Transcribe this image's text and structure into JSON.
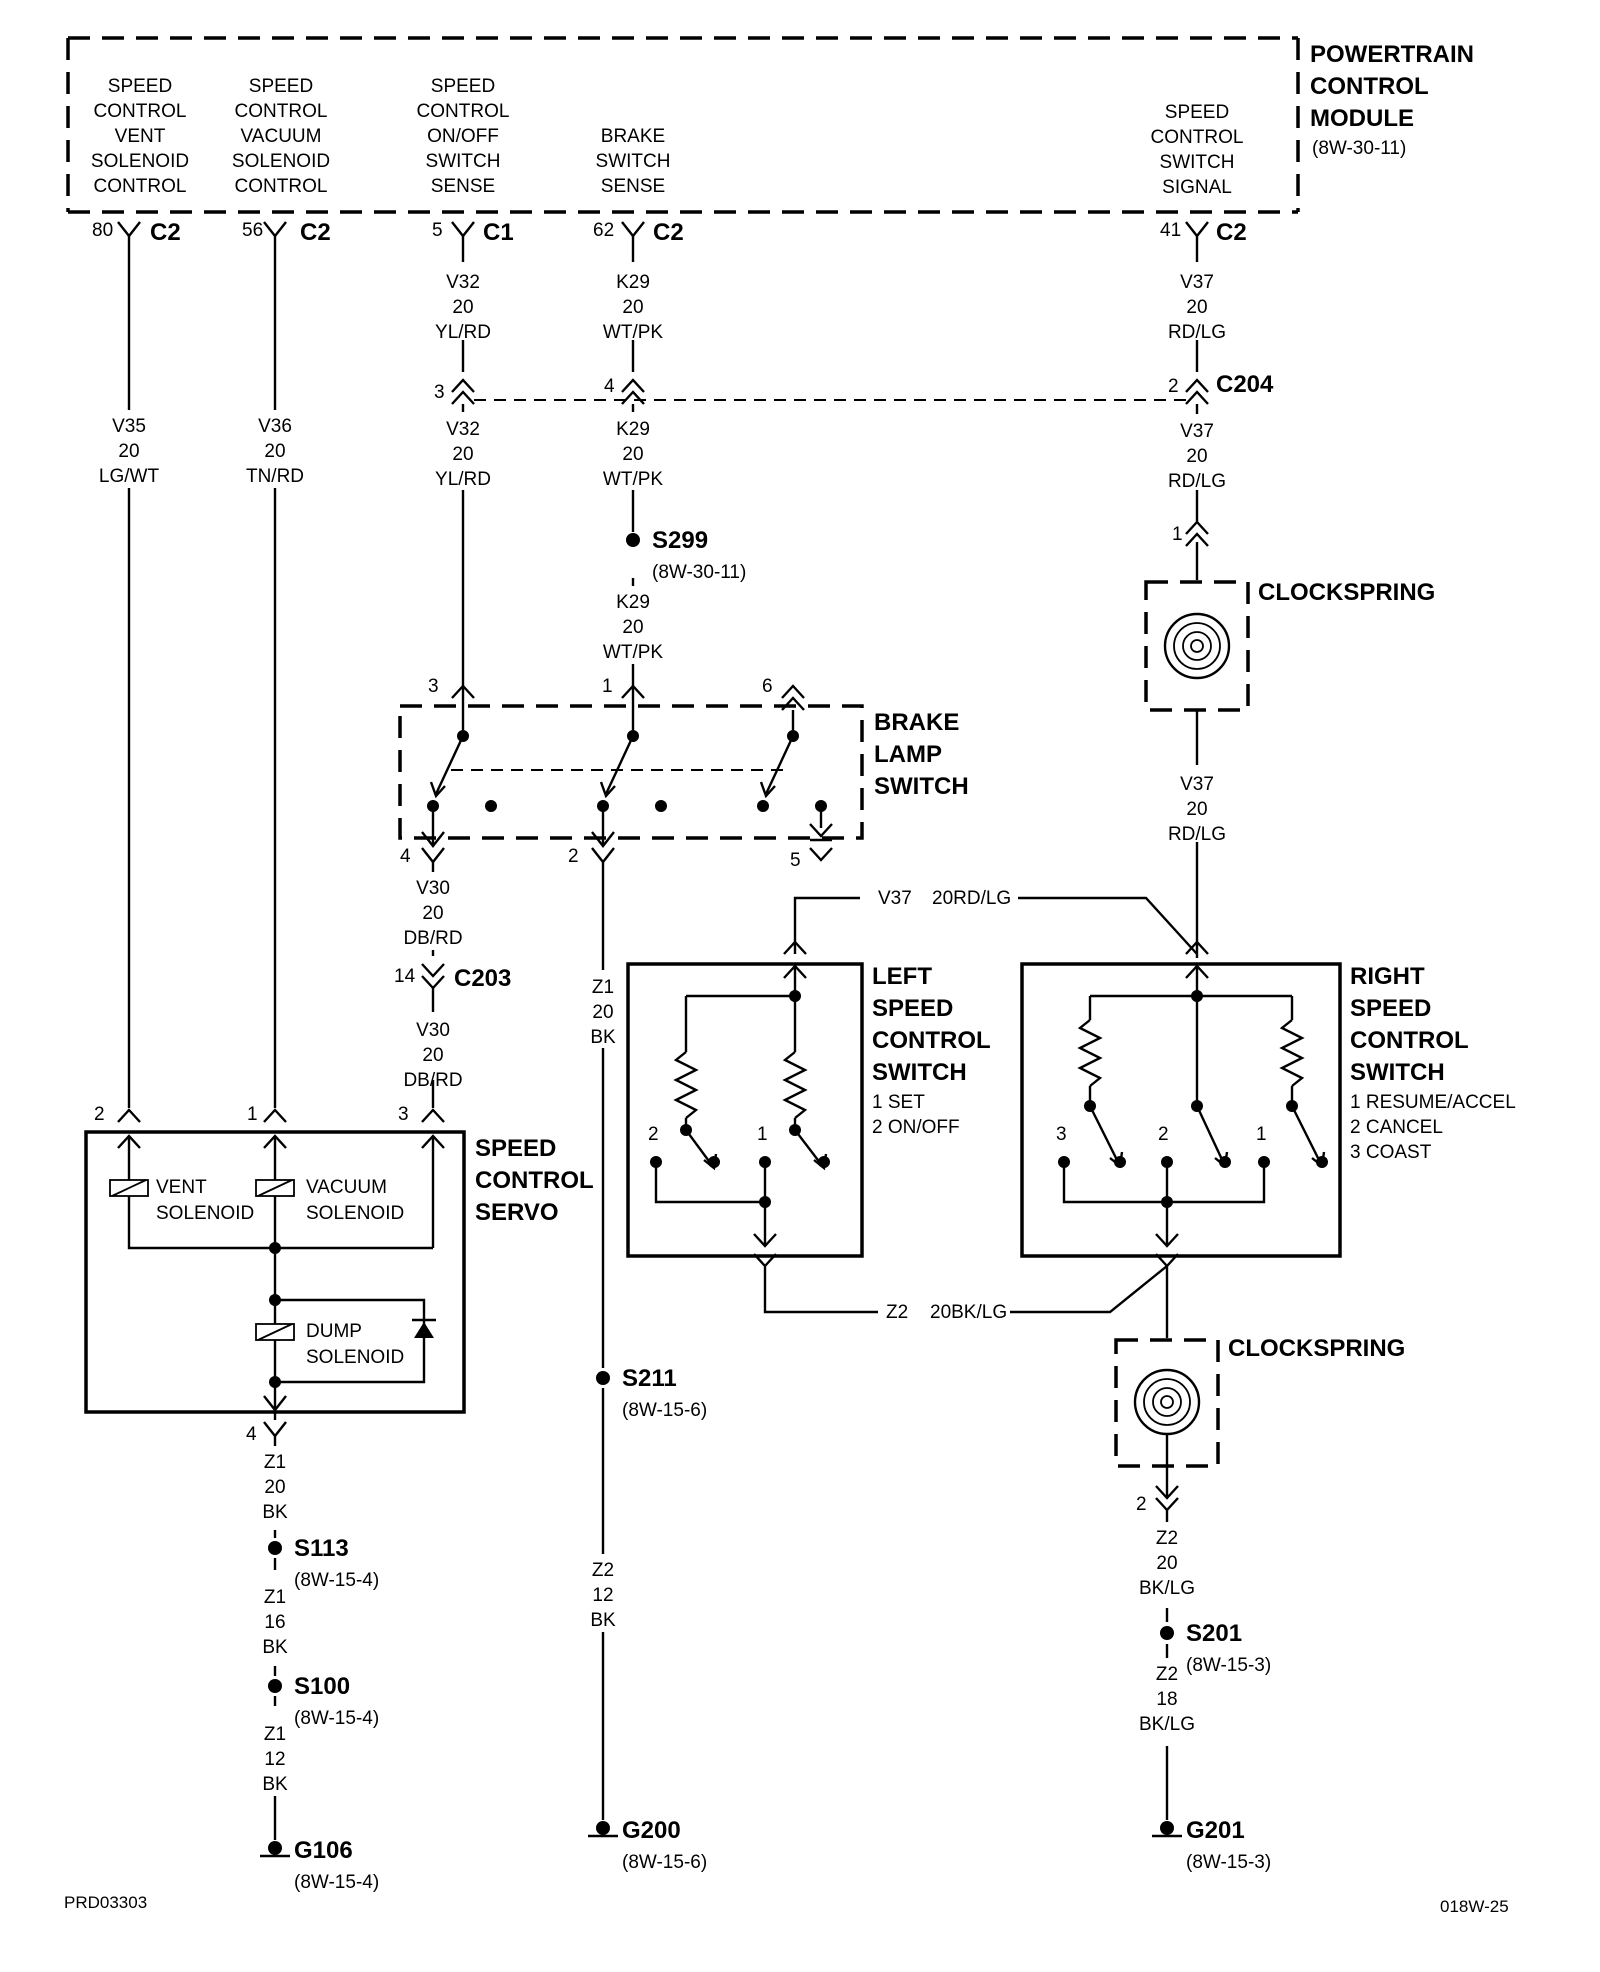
{
  "pcm": {
    "title": [
      "POWERTRAIN",
      "CONTROL",
      "MODULE"
    ],
    "ref": "(8W-30-11)",
    "pins": [
      {
        "label": [
          "SPEED",
          "CONTROL",
          "VENT",
          "SOLENOID",
          "CONTROL"
        ],
        "pin": "80",
        "conn": "C2"
      },
      {
        "label": [
          "SPEED",
          "CONTROL",
          "VACUUM",
          "SOLENOID",
          "CONTROL"
        ],
        "pin": "56",
        "conn": "C2"
      },
      {
        "label": [
          "SPEED",
          "CONTROL",
          "ON/OFF",
          "SWITCH",
          "SENSE"
        ],
        "pin": "5",
        "conn": "C1"
      },
      {
        "label": [
          "BRAKE",
          "SWITCH",
          "SENSE"
        ],
        "pin": "62",
        "conn": "C2"
      },
      {
        "label": [
          "SPEED",
          "CONTROL",
          "SWITCH",
          "SIGNAL"
        ],
        "pin": "41",
        "conn": "C2"
      }
    ]
  },
  "wires": {
    "v35": [
      "V35",
      "20",
      "LG/WT"
    ],
    "v36": [
      "V36",
      "20",
      "TN/RD"
    ],
    "v32_top": [
      "V32",
      "20",
      "YL/RD"
    ],
    "v32_bot": [
      "V32",
      "20",
      "YL/RD"
    ],
    "k29_top": [
      "K29",
      "20",
      "WT/PK"
    ],
    "k29_mid": [
      "K29",
      "20",
      "WT/PK"
    ],
    "k29_bot": [
      "K29",
      "20",
      "WT/PK"
    ],
    "v37_top": [
      "V37",
      "20",
      "RD/LG"
    ],
    "v37_mid": [
      "V37",
      "20",
      "RD/LG"
    ],
    "v37_bot": [
      "V37",
      "20",
      "RD/LG"
    ],
    "v30_top": [
      "V30",
      "20",
      "DB/RD"
    ],
    "v30_bot": [
      "V30",
      "20",
      "DB/RD"
    ],
    "z1_brake": [
      "Z1",
      "20",
      "BK"
    ],
    "z2_left": [
      "Z2",
      "12",
      "BK"
    ],
    "z1_servo_a": [
      "Z1",
      "20",
      "BK"
    ],
    "z1_servo_b": [
      "Z1",
      "16",
      "BK"
    ],
    "z1_servo_c": [
      "Z1",
      "12",
      "BK"
    ],
    "z2_right_a": [
      "Z2",
      "20",
      "BK/LG"
    ],
    "z2_right_b": [
      "Z2",
      "18",
      "BK/LG"
    ],
    "v37_bus": "V37",
    "v37_bus_spec": "20RD/LG",
    "z2_bus": "Z2",
    "z2_bus_spec": "20BK/LG"
  },
  "connectors": {
    "c204": {
      "name": "C204",
      "pins": [
        "3",
        "4",
        "2"
      ]
    },
    "c203": {
      "name": "C203",
      "pin": "14"
    },
    "clock_top_pin": "1",
    "clock_bot_pin": "2"
  },
  "splices": {
    "s299": {
      "name": "S299",
      "ref": "(8W-30-11)"
    },
    "s211": {
      "name": "S211",
      "ref": "(8W-15-6)"
    },
    "s113": {
      "name": "S113",
      "ref": "(8W-15-4)"
    },
    "s100": {
      "name": "S100",
      "ref": "(8W-15-4)"
    },
    "s201": {
      "name": "S201",
      "ref": "(8W-15-3)"
    }
  },
  "grounds": {
    "g106": {
      "name": "G106",
      "ref": "(8W-15-4)"
    },
    "g200": {
      "name": "G200",
      "ref": "(8W-15-6)"
    },
    "g201": {
      "name": "G201",
      "ref": "(8W-15-3)"
    }
  },
  "brake_lamp_switch": {
    "title": [
      "BRAKE",
      "LAMP",
      "SWITCH"
    ],
    "pins_top": [
      "3",
      "1",
      "6"
    ],
    "pins_bot": [
      "4",
      "2",
      "5"
    ]
  },
  "clockspring": {
    "title": "CLOCKSPRING"
  },
  "servo": {
    "title": [
      "SPEED",
      "CONTROL",
      "SERVO"
    ],
    "pins_top": [
      "2",
      "1",
      "3"
    ],
    "pin_bot": "4",
    "vent": [
      "VENT",
      "SOLENOID"
    ],
    "vacuum": [
      "VACUUM",
      "SOLENOID"
    ],
    "dump": [
      "DUMP",
      "SOLENOID"
    ]
  },
  "left_switch": {
    "title": [
      "LEFT",
      "SPEED",
      "CONTROL",
      "SWITCH"
    ],
    "legend": [
      "1 SET",
      "2 ON/OFF"
    ],
    "pos": [
      "2",
      "1"
    ]
  },
  "right_switch": {
    "title": [
      "RIGHT",
      "SPEED",
      "CONTROL",
      "SWITCH"
    ],
    "legend": [
      "1 RESUME/ACCEL",
      "2 CANCEL",
      "3 COAST"
    ],
    "pos": [
      "3",
      "2",
      "1"
    ]
  },
  "footer": {
    "left": "PRD03303",
    "right": "018W-25"
  }
}
